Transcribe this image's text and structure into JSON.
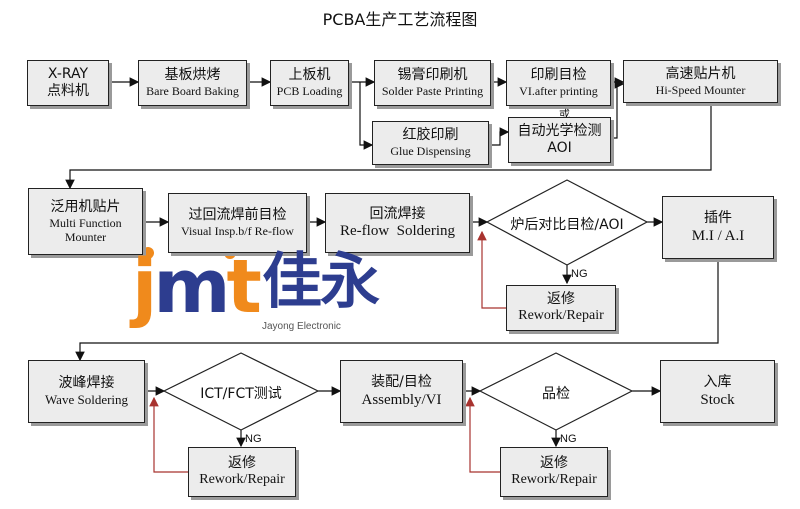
{
  "title": "PCBA生产工艺流程图",
  "colors": {
    "box_fill": "#ececec",
    "box_border": "#222222",
    "box_shadow": "#9a9a9a",
    "connector": "#111111",
    "rework_arrow": "#a8332f",
    "logo_orange": "#f08a1c",
    "logo_navy": "#2d3d8f"
  },
  "steps": {
    "xray": {
      "zh": "X-RAY",
      "en": "点料机"
    },
    "bake": {
      "zh": "基板烘烤",
      "en": "Bare Board Baking"
    },
    "load": {
      "zh": "上板机",
      "en": "PCB Loading"
    },
    "paste": {
      "zh": "锡膏印刷机",
      "en": "Solder Paste Printing"
    },
    "print_vi": {
      "zh": "印刷目检",
      "en": "VI.after printing"
    },
    "mounter": {
      "zh": "高速贴片机",
      "en": "Hi-Speed Mounter"
    },
    "glue": {
      "zh": "红胶印刷",
      "en": "Glue Dispensing"
    },
    "aoi1": {
      "zh": "自动光学检测",
      "en": "AOI"
    },
    "multi": {
      "zh": "泛用机贴片",
      "en": "Multi Function Mounter"
    },
    "pre_reflow_vi": {
      "zh": "过回流焊前目检",
      "en": "Visual Insp.b/f Re-flow"
    },
    "reflow": {
      "zh": "回流焊接",
      "en": "Re-flow  Soldering"
    },
    "insert": {
      "zh": "插件",
      "en": "M.I / A.I"
    },
    "rework1": {
      "zh": "返修",
      "en": "Rework/Repair"
    },
    "wave": {
      "zh": "波峰焊接",
      "en": "Wave Soldering"
    },
    "assembly": {
      "zh": "装配/目检",
      "en": "Assembly/VI"
    },
    "stock": {
      "zh": "入库",
      "en": "Stock"
    },
    "rework2": {
      "zh": "返修",
      "en": "Rework/Repair"
    },
    "rework3": {
      "zh": "返修",
      "en": "Rework/Repair"
    }
  },
  "decisions": {
    "post_reflow": "炉后对比目检/AOI",
    "ict": "ICT/FCT测试",
    "qc": "品检"
  },
  "or_label": "或",
  "ng_label": "NG",
  "logo": {
    "letters_j": "j",
    "letters_m": "m",
    "letters_t": "t",
    "chinese": "佳永",
    "english": "Jayong Electronic"
  }
}
